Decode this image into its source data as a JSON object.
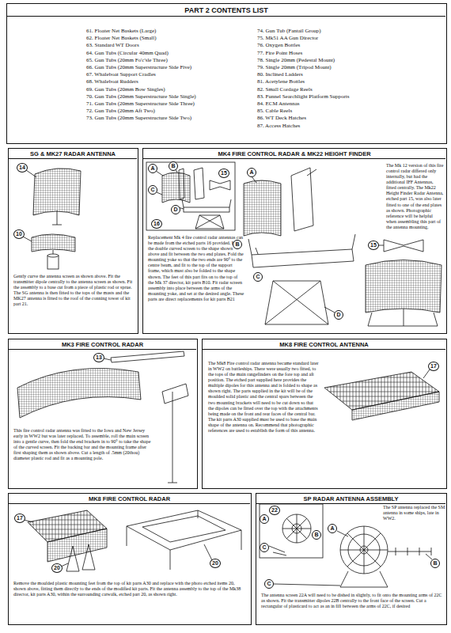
{
  "diagram": {
    "nodes": [
      {
        "text": [
          "PART 2 CONTENTS LIST",
          "61. Floater Net Baskets (Large)",
          "62. Floater Net Baskets (Small)",
          "63. Standard WT Doors",
          "64. Gun Tubs (Circular 40mm Quad)",
          "65. Gun Tubs (20mm Fo'c'sle Three)",
          "66. Gun Tubs (20mm Superstructure Side Five)",
          "67. Whaleboat Support Cradles",
          "68. Whaleboat Rudders",
          "69. Gun Tubs (20mm Bow Singles)",
          "70. Gun Tubs (20mm Superstructure Side Single)",
          "71. Gun Tubs (20mm Superstructure Side Three)",
          "72. Gun Tubs (20mm Aft Two)",
          "73. Gun Tubs (20mm Superstructure Side Two)",
          "74. Gun Tub (Fantail Group)",
          "75. Mk51 AA Gun Director",
          "76. Oxygen Bottles",
          "77. Fire Point Hoses",
          "78. Single 20mm (Pedestal Mount)",
          "79. Single 20mm (Tripod Mount)",
          "80. Inclined Ladders",
          "81. Acetylene Bottles",
          "82. Small Cordage Reels",
          "83. Funnel Searchlight Platform Supports",
          "84. ECM Antennas",
          "85. Cable Reels",
          "86. WT Deck Hatches",
          "87. Access Hatches"
        ]
      },
      {
        "text": [
          "SG & MK27 RADAR ANTENNA",
          "Gently curve the antenna screen as shown above. Fit the transmitter dipole centrally to the antenna screen as shown. Fit the assembly to a base cut from a piece of plastic rod or sprue. The SG antenna is then fitted to the tops of the masts and the MK27 antenna is fitted to the roof of the conning tower of kit part 21."
        ]
      },
      {
        "text": [
          "MK4 FIRE CONTROL RADAR & MK22 HEIGHT FINDER",
          "Replacement Mk 4 fire control radar antennas can be made from the etched parts 16 provided. Fold the double curved screen to the shape shown above and fit between the two end plates. Fold the mounting yoke so that the two ends are 90° to the centre beam, and fit to the top of the support frame, which must also be folded to the shape shown. The feet of this part fits on to the top of the Mk 37 director, kit parts B10. Fit radar screen assembly into place between the arms of the mounting yoke, and set at the desired angle. These parts are direct replacements for kit parts B21",
          "The Mk 12 version of this fire control radar differed only internally, but had the additional IFF Antennas, fitted centrally. The Mk22 Height Finder Radar Antenna, etched part 15, was also later fitted to one of the end plates as shown. Photographic reference will be helpful when assembling this part of the antenna mounting."
        ]
      },
      {
        "text": [
          "MK3 FIRE CONTROL RADAR",
          "This fire control radar antenna was fitted to the Iowa and New Jersey early in WW2 but was later replaced. To assemble, roll the main screen into a gentle curve, then fold the end brackets in to 90° to take the shape of the curved screen. Fit the backing bar and the mounting frame after first shaping them as shown above. Cut a length of .5mm (20thou) diameter plastic rod and fit as a mounting pole."
        ]
      },
      {
        "text": [
          "MK8 FIRE CONTROL ANTENNA",
          "The Mk8 Fire control radar antenna became standard later in WW2 on battleships. There were usually two fitted, to the tops of the main rangefinders on the fore top and aft position. The etched part supplied here provides the multiple dipoles for this antenna and is folded to shape as shown right. The parts supplied in the kit will be of the moulded solid plastic and the central spars between the two mounting brackets will need to be cut down so that the dipoles can be fitted over the top with the attachments being made on the front and rear faces of the central bar. The kit parts A30 supplied must be used to base the main shape of the antenna on. Recommend that photographic references are used to establish the form of this antenna."
        ]
      },
      {
        "text": [
          "MK8 FIRE CONTROL RADAR",
          "Remove the moulded plastic mounting feet from the top of kit parts A30 and replace with the photo etched items 20, shown above, fitting them directly to the ends of the modified kit parts. Fit the antenna assembly to the top of the Mk38 director, kit parts A30, within the surrounding catwalk, etched part 20, as shown right."
        ]
      },
      {
        "text": [
          "SP RADAR ANTENNA ASSEMBLY",
          "The SP antenna replaced the SM antenna in some ships, late in WW2.",
          "The antenna screen 22A will need to be dished in slightly, to fit onto the mounting arms of 22C as shown. Fit the transmitter dipoles 22B centrally to the front face of the screen. Cut a rectangular of plasticard to act as an in fill between the arms of 22C, if desired"
        ]
      }
    ],
    "labels": [
      "14",
      "10",
      "A",
      "B",
      "C",
      "D",
      "15",
      "16",
      "A",
      "B",
      "C",
      "D",
      "15",
      "13",
      "17",
      "17",
      "20",
      "20",
      "22",
      "A",
      "B",
      "C",
      "A",
      "B",
      "C"
    ]
  }
}
